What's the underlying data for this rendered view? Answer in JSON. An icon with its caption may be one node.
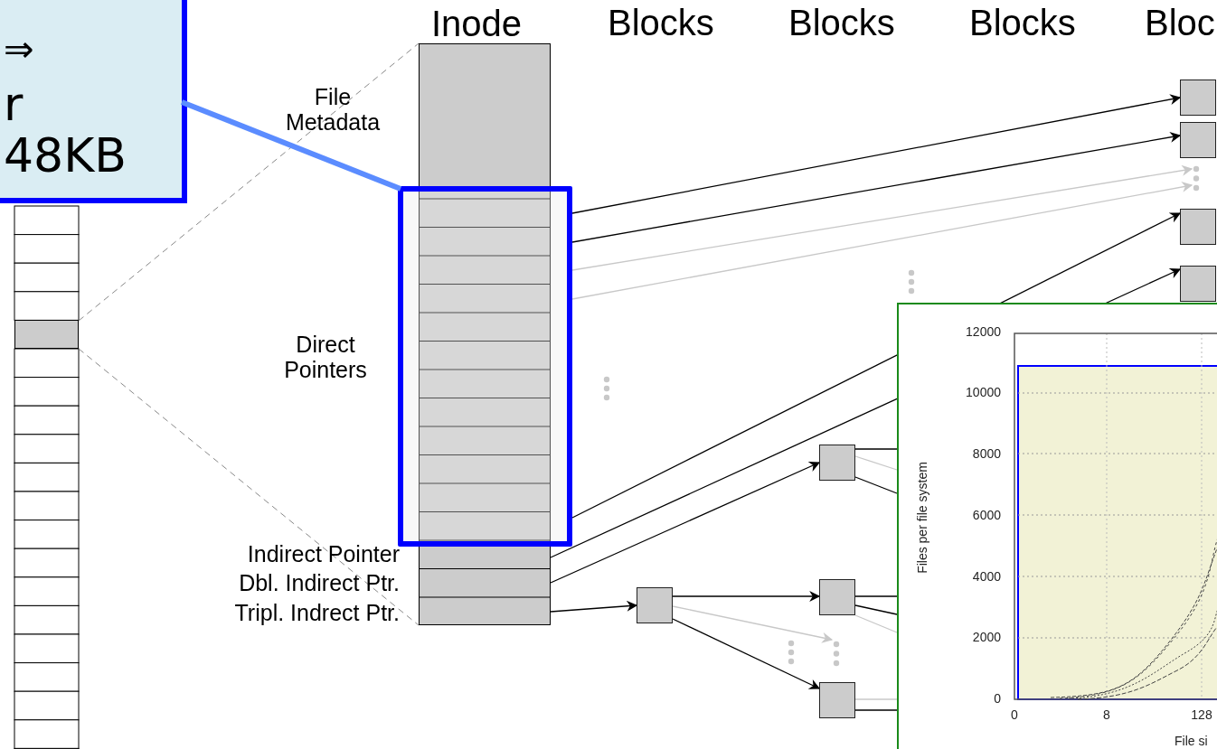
{
  "diagram": {
    "nodes": [
      {
        "text": [
          "⇒",
          "r",
          "48KB"
        ]
      },
      {
        "text": [
          "Inode"
        ],
        "beside": [
          "File Metadata",
          "Indirect Pointer",
          "Dbl. Indirect Ptr.",
          "Tripl. Indrect Ptr."
        ]
      },
      {
        "text": [],
        "shape": "box"
      },
      {
        "text": [],
        "shape": "box"
      },
      {
        "text": [],
        "shape": "box"
      },
      {
        "text": [],
        "shape": "box"
      },
      {
        "text": [],
        "shape": "box"
      },
      {
        "text": [],
        "shape": "box"
      },
      {
        "text": [],
        "shape": "box"
      },
      {
        "text": [],
        "shape": "box"
      },
      {
        "text": [],
        "shape": "box"
      },
      {
        "text": [],
        "shape": "dots"
      },
      {
        "text": [],
        "shape": "dots"
      },
      {
        "text": [],
        "shape": "box"
      }
    ],
    "edges": [
      {
        "from": 0,
        "to": 2,
        "arrow": "none",
        "style": "thick",
        "color": "#5b8cff"
      },
      {
        "from": 2,
        "to": 3,
        "arrow": "to"
      },
      {
        "from": 2,
        "to": 4,
        "arrow": "to"
      },
      {
        "from": 2,
        "to": 11,
        "arrow": "to",
        "color": "#c8c8c8"
      },
      {
        "from": 2,
        "to": 11,
        "arrow": "to",
        "color": "#c8c8c8"
      },
      {
        "from": 2,
        "to": 5,
        "arrow": "to"
      },
      {
        "from": 1,
        "to": 6,
        "arrow": "to"
      },
      {
        "from": 1,
        "to": 8,
        "arrow": "to"
      },
      {
        "from": 1,
        "to": 7,
        "arrow": "to"
      },
      {
        "from": 7,
        "to": 9,
        "arrow": "to"
      },
      {
        "from": 7,
        "to": 12,
        "arrow": "to",
        "color": "#c8c8c8"
      },
      {
        "from": 7,
        "to": 10,
        "arrow": "to"
      },
      {
        "from": 8,
        "to": null,
        "arrow": "none"
      },
      {
        "from": 8,
        "to": null,
        "arrow": "none",
        "color": "#c8c8c8"
      },
      {
        "from": 8,
        "to": null,
        "arrow": "none"
      },
      {
        "from": 9,
        "to": null,
        "arrow": "none"
      },
      {
        "from": 9,
        "to": null,
        "arrow": "none"
      },
      {
        "from": 9,
        "to": null,
        "arrow": "none",
        "color": "#c8c8c8"
      },
      {
        "from": 10,
        "to": null,
        "arrow": "none",
        "color": "#c8c8c8"
      },
      {
        "from": 10,
        "to": null,
        "arrow": "none"
      },
      {
        "from": 13,
        "to": 1,
        "arrow": "none",
        "style": "dashed",
        "color": "#888888"
      },
      {
        "from": 13,
        "to": 1,
        "arrow": "none",
        "style": "dashed",
        "color": "#888888"
      }
    ],
    "labels": [
      "Blocks",
      "Blocks",
      "Blocks",
      "Bloc",
      "Direct Pointers",
      "12000",
      "10000",
      "8000",
      "6000",
      "4000",
      "2000",
      "0",
      "0",
      "8",
      "128",
      "Files per file system",
      "File si"
    ]
  }
}
